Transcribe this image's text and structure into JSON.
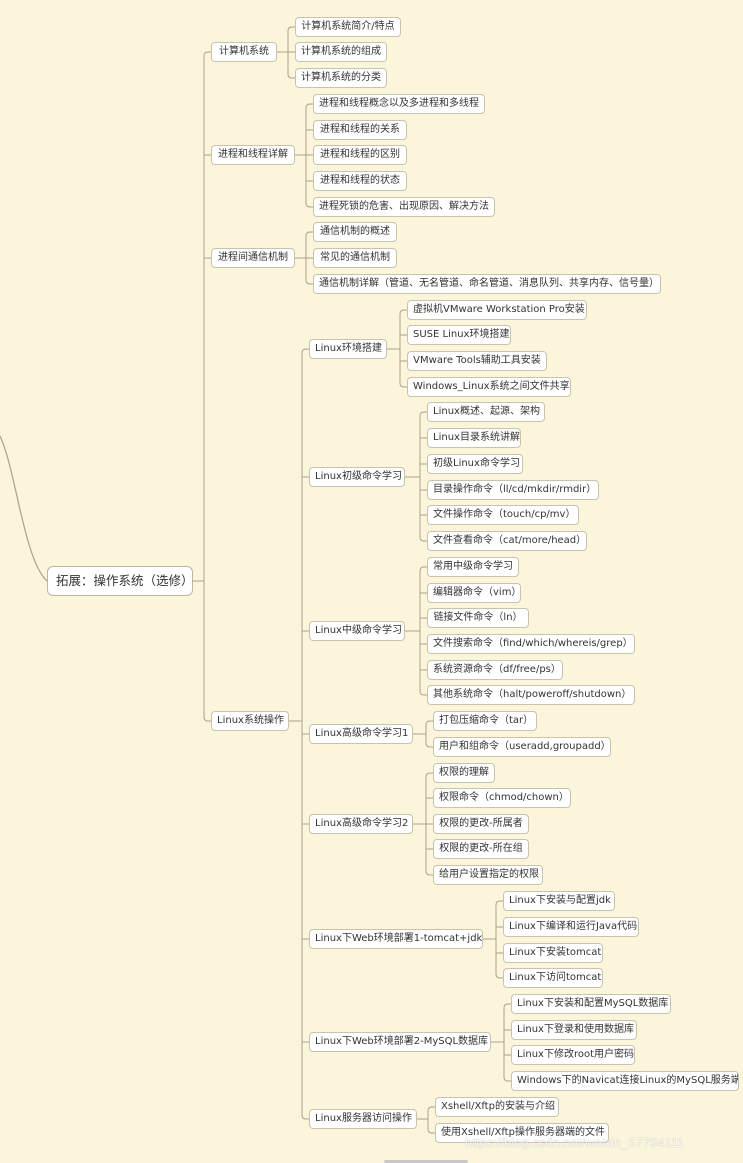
{
  "mindmap": {
    "root": "拓展：操作系统（选修）",
    "branches": [
      {
        "label": "计算机系统",
        "children": [
          {
            "label": "计算机系统简介/特点"
          },
          {
            "label": "计算机系统的组成"
          },
          {
            "label": "计算机系统的分类"
          }
        ]
      },
      {
        "label": "进程和线程详解",
        "children": [
          {
            "label": "进程和线程概念以及多进程和多线程"
          },
          {
            "label": "进程和线程的关系"
          },
          {
            "label": "进程和线程的区别"
          },
          {
            "label": "进程和线程的状态"
          },
          {
            "label": "进程死锁的危害、出现原因、解决方法"
          }
        ]
      },
      {
        "label": "进程间通信机制",
        "children": [
          {
            "label": "通信机制的概述"
          },
          {
            "label": "常见的通信机制"
          },
          {
            "label": "通信机制详解（管道、无名管道、命名管道、消息队列、共享内存、信号量）"
          }
        ]
      },
      {
        "label": "Linux系统操作",
        "children": [
          {
            "label": "Linux环境搭建",
            "children": [
              {
                "label": "虚拟机VMware Workstation Pro安装"
              },
              {
                "label": "SUSE Linux环境搭建"
              },
              {
                "label": "VMware Tools辅助工具安装"
              },
              {
                "label": "Windows_Linux系统之间文件共享"
              }
            ]
          },
          {
            "label": "Linux初级命令学习",
            "children": [
              {
                "label": "Linux概述、起源、架构"
              },
              {
                "label": "Linux目录系统讲解"
              },
              {
                "label": "初级Linux命令学习"
              },
              {
                "label": "目录操作命令（ll/cd/mkdir/rmdir）"
              },
              {
                "label": "文件操作命令（touch/cp/mv）"
              },
              {
                "label": "文件查看命令（cat/more/head）"
              }
            ]
          },
          {
            "label": "Linux中级命令学习",
            "children": [
              {
                "label": "常用中级命令学习"
              },
              {
                "label": "编辑器命令（vim）"
              },
              {
                "label": "链接文件命令（ln）"
              },
              {
                "label": "文件搜索命令（find/which/whereis/grep）"
              },
              {
                "label": "系统资源命令（df/free/ps）"
              },
              {
                "label": "其他系统命令（halt/poweroff/shutdown）"
              }
            ]
          },
          {
            "label": "Linux高级命令学习1",
            "children": [
              {
                "label": "打包压缩命令（tar）"
              },
              {
                "label": "用户和组命令（useradd,groupadd）"
              }
            ]
          },
          {
            "label": "Linux高级命令学习2",
            "children": [
              {
                "label": "权限的理解"
              },
              {
                "label": "权限命令（chmod/chown）"
              },
              {
                "label": "权限的更改-所属者"
              },
              {
                "label": "权限的更改-所在组"
              },
              {
                "label": "给用户设置指定的权限"
              }
            ]
          },
          {
            "label": "Linux下Web环境部署1-tomcat+jdk",
            "children": [
              {
                "label": "Linux下安装与配置jdk"
              },
              {
                "label": "Linux下编译和运行Java代码"
              },
              {
                "label": "Linux下安装tomcat"
              },
              {
                "label": "Linux下访问tomcat"
              }
            ]
          },
          {
            "label": "Linux下Web环境部署2-MySQL数据库",
            "children": [
              {
                "label": "Linux下安装和配置MySQL数据库"
              },
              {
                "label": "Linux下登录和使用数据库"
              },
              {
                "label": "Linux下修改root用户密码"
              },
              {
                "label": "Windows下的Navicat连接Linux的MySQL服务端"
              }
            ]
          },
          {
            "label": "Linux服务器访问操作",
            "children": [
              {
                "label": "Xshell/Xftp的安装与介绍"
              },
              {
                "label": "使用Xshell/Xftp操作服务器端的文件"
              }
            ]
          }
        ]
      }
    ]
  },
  "colors": {
    "background": "#fbf5dc",
    "connector": "#a9a290",
    "node_border": "#c9c3ad",
    "text": "#333333"
  },
  "watermark": "https://blog.csdn.net/weixin_57794111"
}
